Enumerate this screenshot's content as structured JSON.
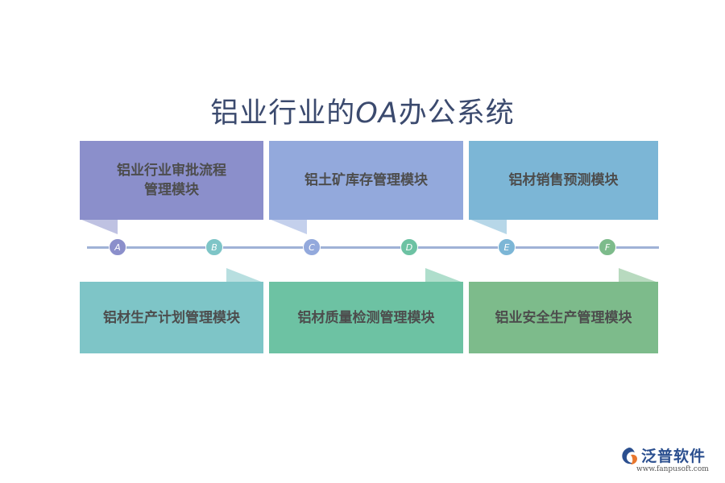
{
  "title": {
    "part1": "铝业行业的",
    "part2": "OA",
    "part3": "办公系统"
  },
  "modules": [
    {
      "id": "A",
      "label": "铝业行业审批流程\n管理模块",
      "color": "#8b8fcb"
    },
    {
      "id": "B",
      "label": "铝材生产计划管理模块",
      "color": "#7ec5c7"
    },
    {
      "id": "C",
      "label": "铝土矿库存管理模块",
      "color": "#93a9dc"
    },
    {
      "id": "D",
      "label": "铝材质量检测管理模块",
      "color": "#6dc2a3"
    },
    {
      "id": "E",
      "label": "铝材销售预测模块",
      "color": "#7cb6d6"
    },
    {
      "id": "F",
      "label": "铝业安全生产管理模块",
      "color": "#7dbb8b"
    }
  ],
  "logo": {
    "name": "泛普软件",
    "url": "www.fanpusoft.com"
  }
}
